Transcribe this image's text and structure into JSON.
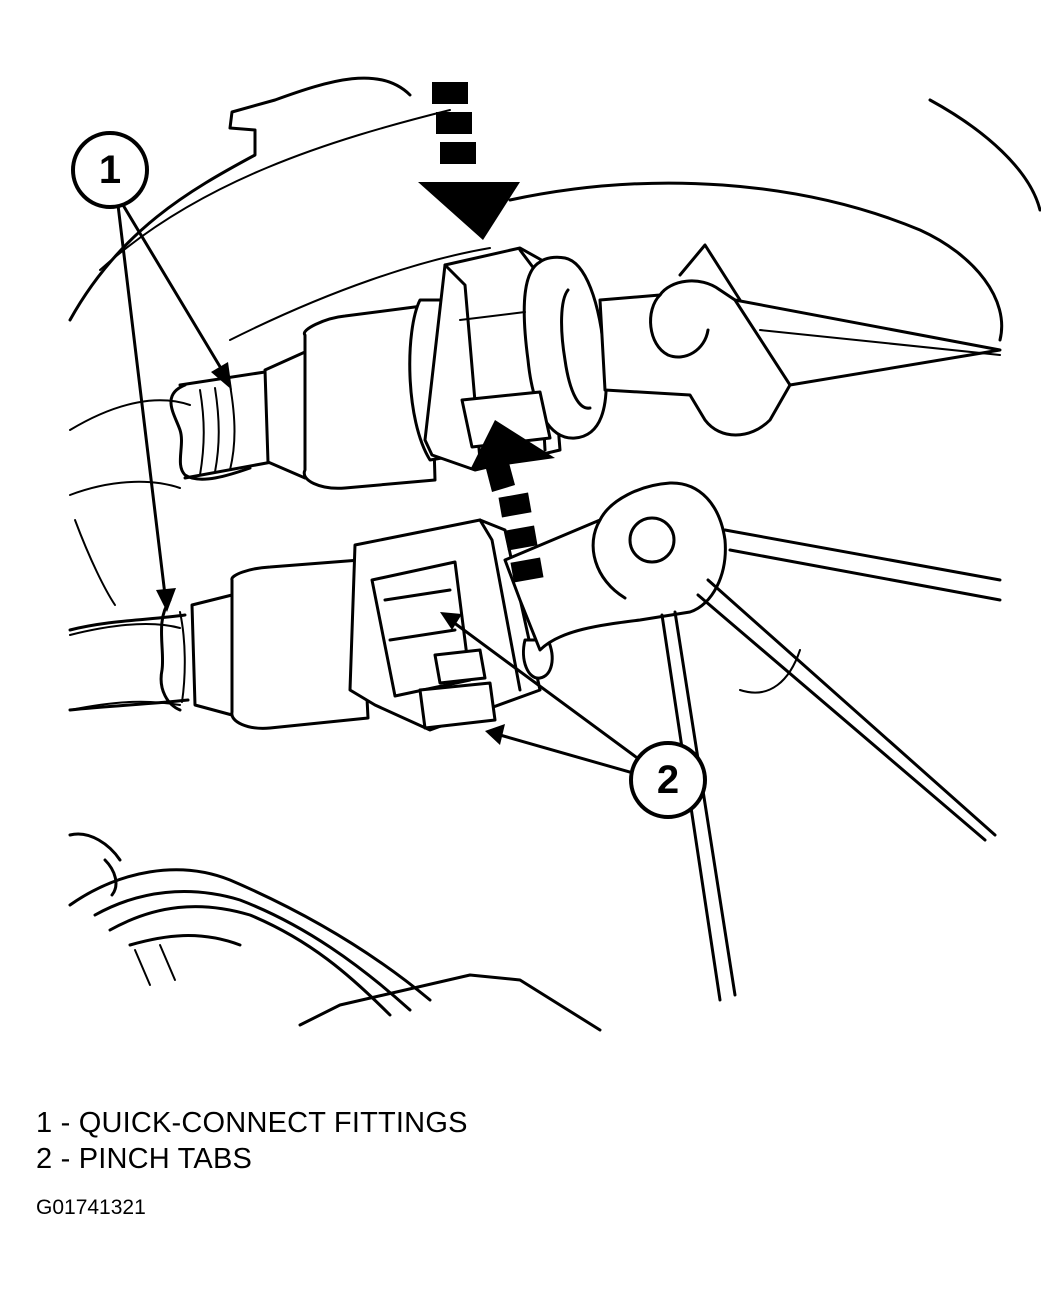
{
  "callouts": [
    {
      "number": "1"
    },
    {
      "number": "2"
    }
  ],
  "legend": [
    {
      "text": "1 - QUICK-CONNECT FITTINGS"
    },
    {
      "text": "2 - PINCH TABS"
    }
  ],
  "figure_id": "G01741321"
}
